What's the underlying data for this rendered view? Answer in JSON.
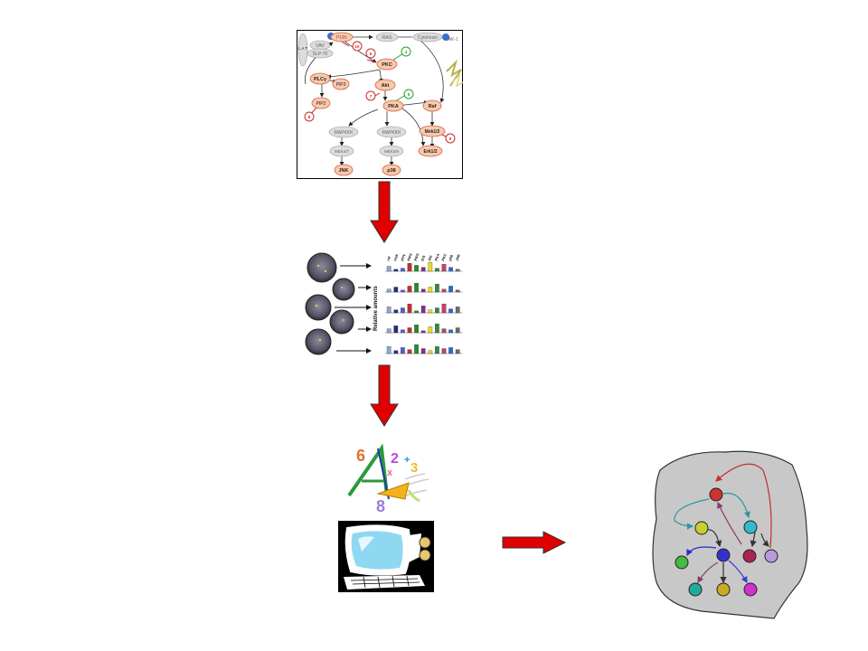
{
  "pathway": {
    "nodes": {
      "lat": "L A T",
      "pi3k": "PI3K",
      "ras": "RAS",
      "cytohesin": "Cytohesin",
      "jak": "JAK-1",
      "vav": "VAV",
      "slp": "SLP-76",
      "pkc": "PKC",
      "plcg": "PLCγ",
      "pip3": "PIP3",
      "pip2": "PIP2",
      "akt": "Akt",
      "pka": "PKA",
      "raf": "Raf",
      "mapkkk1": "MAPKKK",
      "mapkkk2": "MAPKKK",
      "mek12": "Mek1/2",
      "erk12": "Erk1/2",
      "mek47": "MEK4/7",
      "mek36": "MEK3/6",
      "jnk": "JNK",
      "p38": "p38"
    },
    "perturbations": {
      "n10": "10",
      "n6": "6",
      "n4": "4",
      "n7": "7",
      "n5": "5",
      "n8": "8",
      "n9": "9"
    }
  },
  "measurements": {
    "ylabel": "Relative amounts",
    "proteins": [
      "raf",
      "mek",
      "plcγ",
      "PIP2",
      "PIP3",
      "Erk",
      "Akt",
      "PKA",
      "PKC",
      "p38",
      "JNK"
    ],
    "rows": [
      [
        0.5,
        0.2,
        0.3,
        0.8,
        0.6,
        0.4,
        0.9,
        0.3,
        0.7,
        0.4,
        0.2
      ],
      [
        0.3,
        0.5,
        0.2,
        0.6,
        0.9,
        0.3,
        0.5,
        0.8,
        0.3,
        0.6,
        0.2
      ],
      [
        0.6,
        0.3,
        0.5,
        0.9,
        0.2,
        0.7,
        0.3,
        0.5,
        0.9,
        0.4,
        0.6
      ],
      [
        0.4,
        0.7,
        0.3,
        0.5,
        0.8,
        0.2,
        0.6,
        0.9,
        0.4,
        0.3,
        0.5
      ],
      [
        0.7,
        0.3,
        0.6,
        0.4,
        0.9,
        0.5,
        0.3,
        0.7,
        0.5,
        0.6,
        0.4
      ]
    ]
  },
  "colors": {
    "arrow_red": "#e00000",
    "node_fill": "#f7c9ad",
    "node_stroke": "#d9603b",
    "blob_fill": "#c8c8c8"
  },
  "math_glyphs": [
    "6",
    "2",
    "+",
    "3",
    "x",
    "8"
  ],
  "network": {
    "nodes": [
      {
        "id": "a",
        "color": "#cc3333"
      },
      {
        "id": "b",
        "color": "#cccc33"
      },
      {
        "id": "c",
        "color": "#33bbcc"
      },
      {
        "id": "d",
        "color": "#3333cc"
      },
      {
        "id": "e",
        "color": "#aa2255"
      },
      {
        "id": "f",
        "color": "#bb99dd"
      },
      {
        "id": "g",
        "color": "#44bb44"
      },
      {
        "id": "h",
        "color": "#22aa99"
      },
      {
        "id": "i",
        "color": "#ccaa22"
      },
      {
        "id": "j",
        "color": "#cc33cc"
      }
    ]
  }
}
